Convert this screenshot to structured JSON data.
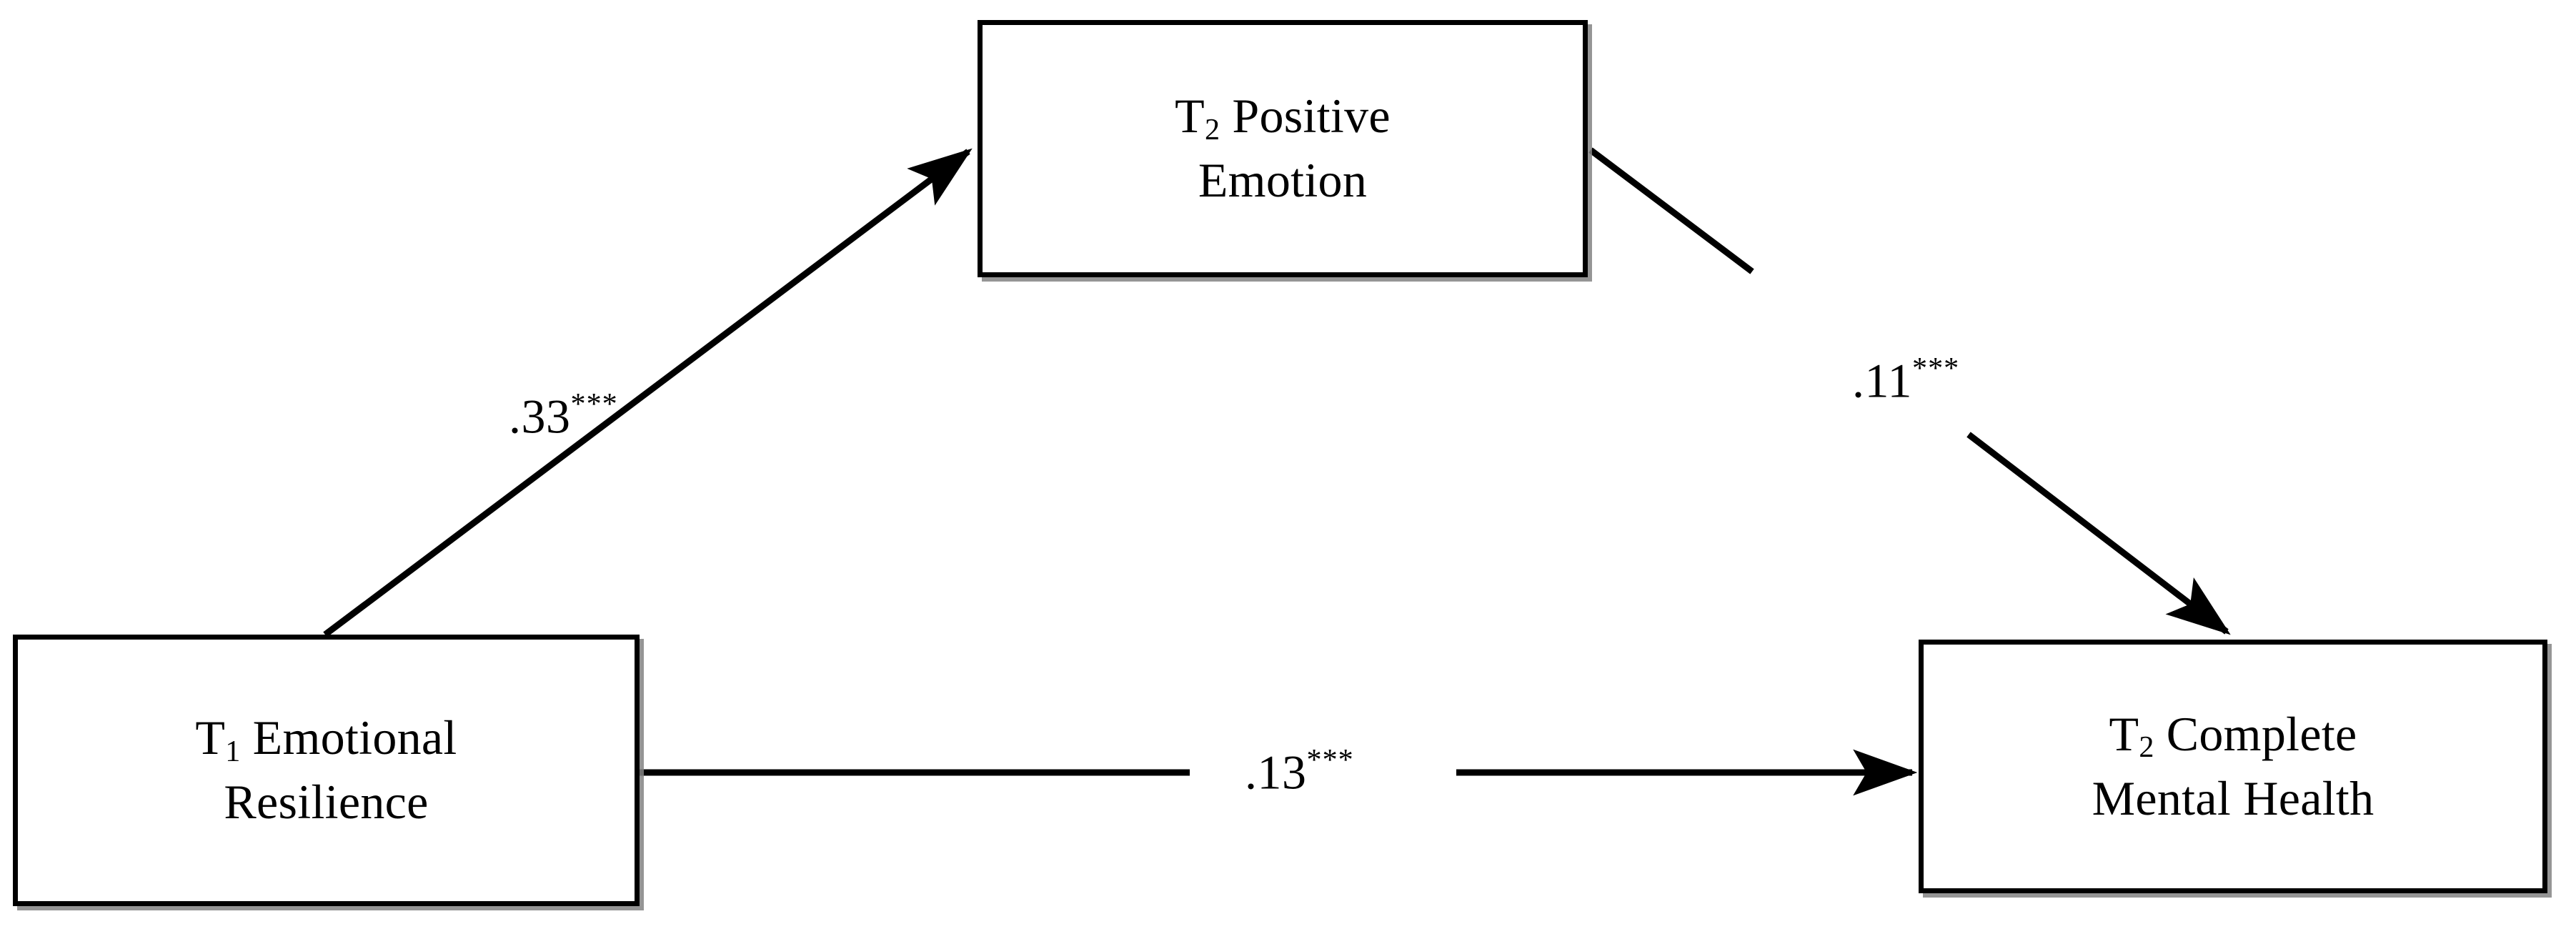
{
  "figure": {
    "type": "mediation-path-diagram",
    "background_color": "#ffffff",
    "stroke_color": "#000000"
  },
  "nodes": [
    {
      "id": "positive-emotion",
      "line1_prefix": "T",
      "line1_sub": "2",
      "line1_rest": " Positive",
      "line2": "Emotion",
      "full_label": "T2 Positive Emotion"
    },
    {
      "id": "emotional-resilience",
      "line1_prefix": "T",
      "line1_sub": "1",
      "line1_rest": " Emotional",
      "line2": "Resilience",
      "full_label": "T1 Emotional Resilience"
    },
    {
      "id": "complete-mental-health",
      "line1_prefix": "T",
      "line1_sub": "2",
      "line1_rest": " Complete",
      "line2": "Mental Health",
      "full_label": "T2 Complete Mental Health"
    }
  ],
  "paths": [
    {
      "id": "path-a",
      "from": "emotional-resilience",
      "to": "positive-emotion",
      "coefficient": ".33",
      "significance": "***",
      "label": ".33***"
    },
    {
      "id": "path-b",
      "from": "positive-emotion",
      "to": "complete-mental-health",
      "coefficient": ".11",
      "significance": "***",
      "label": ".11***"
    },
    {
      "id": "path-c",
      "from": "emotional-resilience",
      "to": "complete-mental-health",
      "coefficient": ".13",
      "significance": "***",
      "label": ".13***"
    }
  ]
}
